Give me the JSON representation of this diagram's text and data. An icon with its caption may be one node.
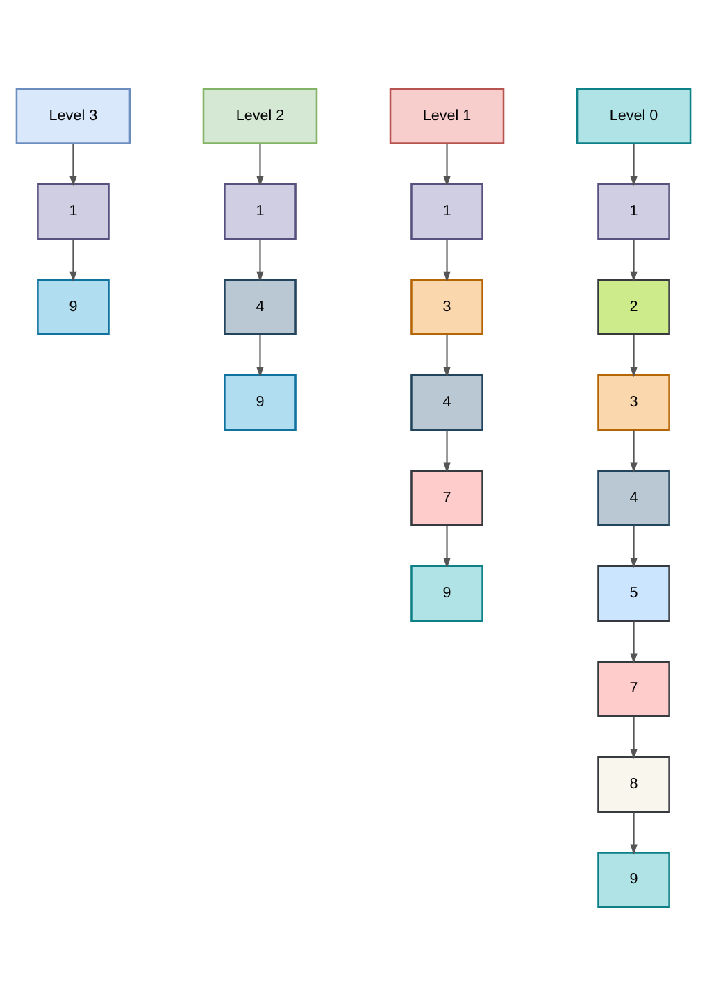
{
  "diagram": {
    "nodes": [
      {
        "text": [
          "Level 3"
        ]
      },
      {
        "text": [
          "1"
        ]
      },
      {
        "text": [
          "9"
        ]
      },
      {
        "text": [
          "Level 2"
        ]
      },
      {
        "text": [
          "1"
        ]
      },
      {
        "text": [
          "4"
        ]
      },
      {
        "text": [
          "9"
        ]
      },
      {
        "text": [
          "Level 1"
        ]
      },
      {
        "text": [
          "1"
        ]
      },
      {
        "text": [
          "3"
        ]
      },
      {
        "text": [
          "4"
        ]
      },
      {
        "text": [
          "7"
        ]
      },
      {
        "text": [
          "9"
        ]
      },
      {
        "text": [
          "Level 0"
        ]
      },
      {
        "text": [
          "1"
        ]
      },
      {
        "text": [
          "2"
        ]
      },
      {
        "text": [
          "3"
        ]
      },
      {
        "text": [
          "4"
        ]
      },
      {
        "text": [
          "5"
        ]
      },
      {
        "text": [
          "7"
        ]
      },
      {
        "text": [
          "8"
        ]
      },
      {
        "text": [
          "9"
        ]
      }
    ],
    "edges": [
      {
        "from": 0,
        "to": 1,
        "arrow": "to"
      },
      {
        "from": 1,
        "to": 2,
        "arrow": "to"
      },
      {
        "from": 3,
        "to": 4,
        "arrow": "to"
      },
      {
        "from": 4,
        "to": 5,
        "arrow": "to"
      },
      {
        "from": 5,
        "to": 6,
        "arrow": "to"
      },
      {
        "from": 7,
        "to": 8,
        "arrow": "to"
      },
      {
        "from": 8,
        "to": 9,
        "arrow": "to"
      },
      {
        "from": 9,
        "to": 10,
        "arrow": "to"
      },
      {
        "from": 10,
        "to": 11,
        "arrow": "to"
      },
      {
        "from": 11,
        "to": 12,
        "arrow": "to"
      },
      {
        "from": 13,
        "to": 14,
        "arrow": "to"
      },
      {
        "from": 14,
        "to": 15,
        "arrow": "to"
      },
      {
        "from": 15,
        "to": 16,
        "arrow": "to"
      },
      {
        "from": 16,
        "to": 17,
        "arrow": "to"
      },
      {
        "from": 17,
        "to": 18,
        "arrow": "to"
      },
      {
        "from": 18,
        "to": 19,
        "arrow": "to"
      },
      {
        "from": 19,
        "to": 20,
        "arrow": "to"
      },
      {
        "from": 20,
        "to": 21,
        "arrow": "to"
      }
    ]
  }
}
